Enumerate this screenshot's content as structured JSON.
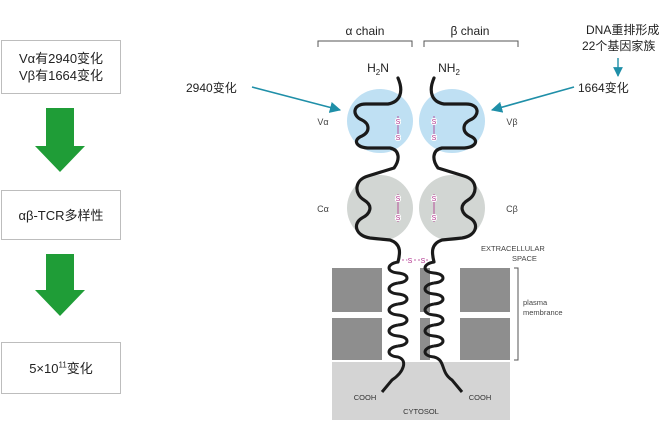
{
  "flow": {
    "box1": {
      "line1": "Vα有2940变化",
      "line2": "Vβ有1664变化"
    },
    "box2": {
      "text": "αβ-TCR多样性"
    },
    "box3": {
      "base": "5×10",
      "exp": "11",
      "suffix": "变化"
    }
  },
  "diagram": {
    "alpha_chain": "α chain",
    "beta_chain": "β chain",
    "alpha_nterm_base": "H",
    "alpha_nterm_sub": "2",
    "alpha_nterm_end": "N",
    "beta_nterm_base": "NH",
    "beta_nterm_sub": "2",
    "v_alpha": "Vα",
    "v_beta": "Vβ",
    "c_alpha": "Cα",
    "c_beta": "Cβ",
    "disulfide": "S",
    "extracellular_line1": "EXTRACELLULAR",
    "extracellular_line2": "SPACE",
    "plasma_line1": "plasma",
    "plasma_line2": "membrance",
    "cytosol": "CYTOSOL",
    "cooh_left": "COOH",
    "cooh_right": "COOH",
    "alpha_variation": "2940变化",
    "beta_variation": "1664变化",
    "dna_line1": "DNA重排形成",
    "dna_line2": "22个基因家族"
  },
  "colors": {
    "arrow_green": "#1f9d37",
    "pointer_teal": "#1f8fa8",
    "v_domain_fill": "#bfe0f3",
    "c_domain_fill": "#d2d6d3",
    "membrane_gray": "#8e8e8e",
    "cytosol_gray": "#d4d4d4",
    "sulfur_magenta": "#b0308c"
  }
}
